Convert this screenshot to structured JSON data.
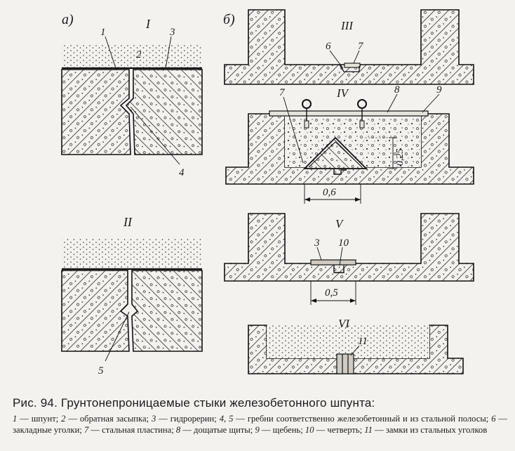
{
  "figure": {
    "panel_a_label": "а)",
    "panel_b_label": "б)",
    "roman": {
      "I": "I",
      "II": "II",
      "III": "III",
      "IV": "IV",
      "V": "V",
      "VI": "VI"
    },
    "callouts": {
      "c1": "1",
      "c2": "2",
      "c3": "3",
      "c4": "4",
      "c5": "5",
      "c6": "6",
      "c7": "7",
      "c7b": "7",
      "c8": "8",
      "c9": "9",
      "c3b": "3",
      "c10": "10",
      "c11": "11"
    },
    "dimensions": {
      "w06": "0,6",
      "h025": "0,25",
      "w05": "0,5"
    }
  },
  "caption": {
    "title": "Рис. 94. Грунтонепроницаемые стыки железобетонного шпунта:",
    "legend": [
      {
        "num": "1",
        "text": " — шпунт; "
      },
      {
        "num": "2",
        "text": " — обратная засыпка; "
      },
      {
        "num": "3",
        "text": " — гидрорерин; "
      },
      {
        "num": "4, 5",
        "text": " — гребни соответственно железобетонный и из стальной полосы; "
      },
      {
        "num": "6",
        "text": " — закладные уголки; "
      },
      {
        "num": "7",
        "text": " — стальная пластина; "
      },
      {
        "num": "8",
        "text": " — дощатые щиты; "
      },
      {
        "num": "9",
        "text": " — щебень; "
      },
      {
        "num": "10",
        "text": " — четверть; "
      },
      {
        "num": "11",
        "text": " — замки из стальных уголков"
      }
    ]
  }
}
